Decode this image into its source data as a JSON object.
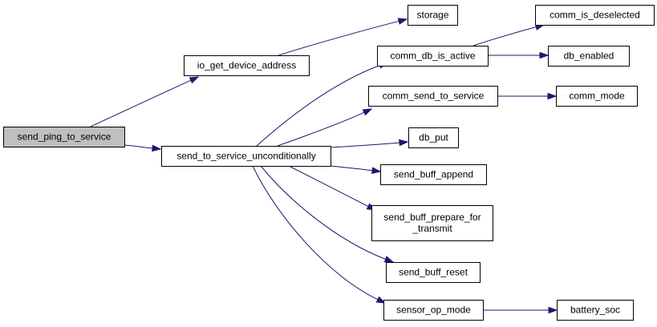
{
  "colors": {
    "node_fill": "#ffffff",
    "root_fill": "#bfbfbf",
    "border": "#000000",
    "edge": "#191970"
  },
  "nodes": {
    "send_ping_to_service": {
      "label": [
        "send_ping_to_service"
      ],
      "root": true
    },
    "io_get_device_address": {
      "label": [
        "io_get_device_address"
      ]
    },
    "send_to_service_unconditionally": {
      "label": [
        "send_to_service_unconditionally"
      ]
    },
    "storage": {
      "label": [
        "storage"
      ]
    },
    "comm_db_is_active": {
      "label": [
        "comm_db_is_active"
      ]
    },
    "comm_send_to_service": {
      "label": [
        "comm_send_to_service"
      ]
    },
    "db_put": {
      "label": [
        "db_put"
      ]
    },
    "send_buff_append": {
      "label": [
        "send_buff_append"
      ]
    },
    "send_buff_prepare_for_transmit": {
      "label": [
        "send_buff_prepare_for",
        "_transmit"
      ]
    },
    "send_buff_reset": {
      "label": [
        "send_buff_reset"
      ]
    },
    "sensor_op_mode": {
      "label": [
        "sensor_op_mode"
      ]
    },
    "comm_is_deselected": {
      "label": [
        "comm_is_deselected"
      ]
    },
    "db_enabled": {
      "label": [
        "db_enabled"
      ]
    },
    "comm_mode": {
      "label": [
        "comm_mode"
      ]
    },
    "battery_soc": {
      "label": [
        "battery_soc"
      ]
    }
  },
  "edges": [
    {
      "from": "send_ping_to_service",
      "to": "io_get_device_address"
    },
    {
      "from": "send_ping_to_service",
      "to": "send_to_service_unconditionally"
    },
    {
      "from": "io_get_device_address",
      "to": "storage"
    },
    {
      "from": "send_to_service_unconditionally",
      "to": "comm_db_is_active"
    },
    {
      "from": "send_to_service_unconditionally",
      "to": "comm_send_to_service"
    },
    {
      "from": "send_to_service_unconditionally",
      "to": "db_put"
    },
    {
      "from": "send_to_service_unconditionally",
      "to": "send_buff_append"
    },
    {
      "from": "send_to_service_unconditionally",
      "to": "send_buff_prepare_for_transmit"
    },
    {
      "from": "send_to_service_unconditionally",
      "to": "send_buff_reset"
    },
    {
      "from": "send_to_service_unconditionally",
      "to": "sensor_op_mode"
    },
    {
      "from": "comm_db_is_active",
      "to": "comm_is_deselected"
    },
    {
      "from": "comm_db_is_active",
      "to": "db_enabled"
    },
    {
      "from": "comm_send_to_service",
      "to": "comm_mode"
    },
    {
      "from": "sensor_op_mode",
      "to": "battery_soc"
    }
  ]
}
